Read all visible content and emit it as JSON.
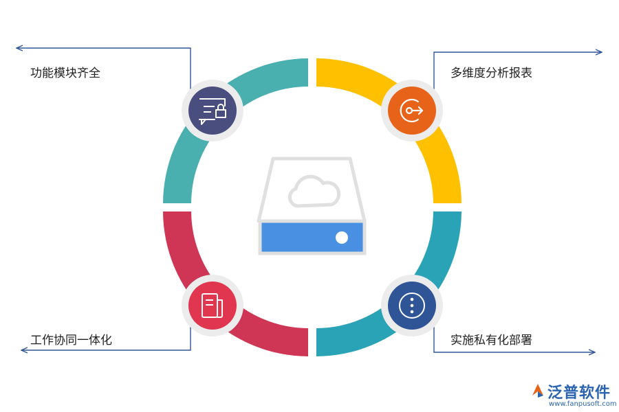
{
  "features": [
    {
      "label": "功能模块齐全",
      "icon": "chat-lock-icon",
      "color": "#4a4e7e",
      "segment_color": "#4aafaf"
    },
    {
      "label": "多维度分析报表",
      "icon": "circle-arrow-icon",
      "color": "#e8631a",
      "segment_color": "#ffc000"
    },
    {
      "label": "实施私有化部署",
      "icon": "more-dots-icon",
      "color": "#2f5597",
      "segment_color": "#2aa3b6"
    },
    {
      "label": "工作协同一体化",
      "icon": "document-icon",
      "color": "#e0364f",
      "segment_color": "#cf3554"
    }
  ],
  "center_icon": "cloud-server-icon",
  "colors": {
    "connector": "#2f5597",
    "icon_halo": "#ececec",
    "server_outline": "#e0e0e0",
    "server_bar": "#4a90e2"
  },
  "logo": {
    "name": "泛普软件",
    "url": "www.fanpusoft.com"
  }
}
